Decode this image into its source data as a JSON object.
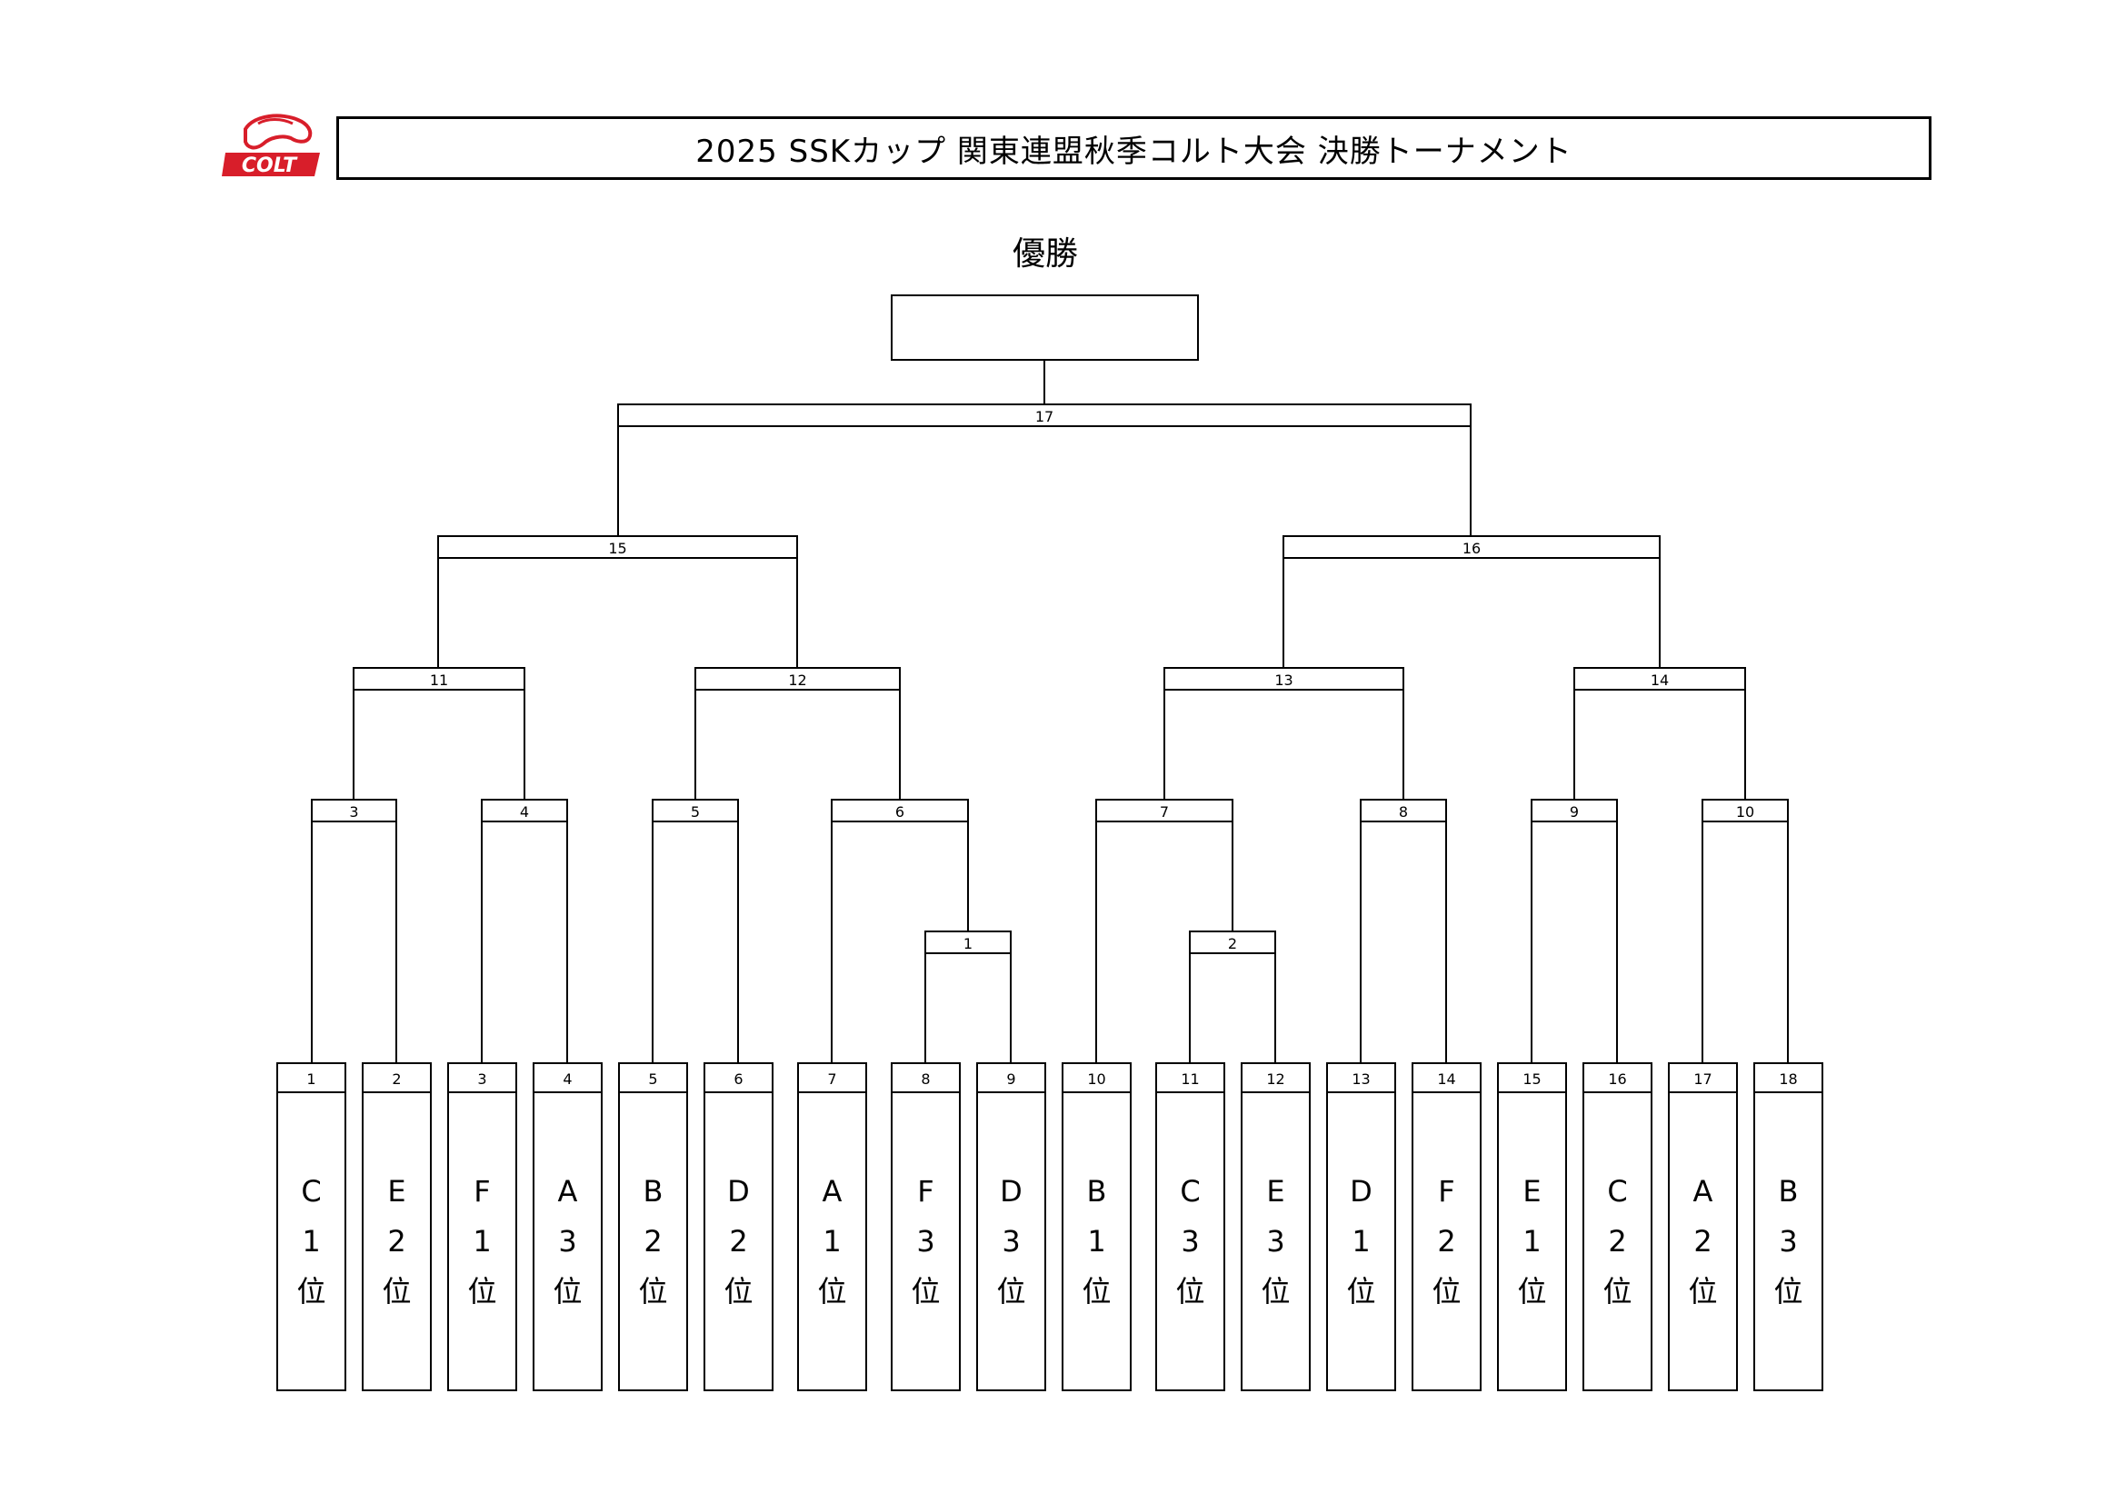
{
  "header": {
    "title": "2025 SSKカップ 関東連盟秋季コルト大会 決勝トーナメント",
    "logo_text": "COLT"
  },
  "champion": {
    "label": "優勝"
  },
  "colors": {
    "logo_red": "#d81e2a",
    "line": "#000000"
  },
  "matches": [
    {
      "number": "17"
    },
    {
      "number": "15"
    },
    {
      "number": "16"
    },
    {
      "number": "11"
    },
    {
      "number": "12"
    },
    {
      "number": "13"
    },
    {
      "number": "14"
    },
    {
      "number": "3"
    },
    {
      "number": "4"
    },
    {
      "number": "5"
    },
    {
      "number": "6"
    },
    {
      "number": "7"
    },
    {
      "number": "8"
    },
    {
      "number": "9"
    },
    {
      "number": "10"
    },
    {
      "number": "1"
    },
    {
      "number": "2"
    }
  ],
  "slots": [
    {
      "number": "1",
      "group": "C",
      "rank": "1",
      "suffix": "位"
    },
    {
      "number": "2",
      "group": "E",
      "rank": "2",
      "suffix": "位"
    },
    {
      "number": "3",
      "group": "F",
      "rank": "1",
      "suffix": "位"
    },
    {
      "number": "4",
      "group": "A",
      "rank": "3",
      "suffix": "位"
    },
    {
      "number": "5",
      "group": "B",
      "rank": "2",
      "suffix": "位"
    },
    {
      "number": "6",
      "group": "D",
      "rank": "2",
      "suffix": "位"
    },
    {
      "number": "7",
      "group": "A",
      "rank": "1",
      "suffix": "位"
    },
    {
      "number": "8",
      "group": "F",
      "rank": "3",
      "suffix": "位"
    },
    {
      "number": "9",
      "group": "D",
      "rank": "3",
      "suffix": "位"
    },
    {
      "number": "10",
      "group": "B",
      "rank": "1",
      "suffix": "位"
    },
    {
      "number": "11",
      "group": "C",
      "rank": "3",
      "suffix": "位"
    },
    {
      "number": "12",
      "group": "E",
      "rank": "3",
      "suffix": "位"
    },
    {
      "number": "13",
      "group": "D",
      "rank": "1",
      "suffix": "位"
    },
    {
      "number": "14",
      "group": "F",
      "rank": "2",
      "suffix": "位"
    },
    {
      "number": "15",
      "group": "E",
      "rank": "1",
      "suffix": "位"
    },
    {
      "number": "16",
      "group": "C",
      "rank": "2",
      "suffix": "位"
    },
    {
      "number": "17",
      "group": "A",
      "rank": "2",
      "suffix": "位"
    },
    {
      "number": "18",
      "group": "B",
      "rank": "3",
      "suffix": "位"
    }
  ]
}
